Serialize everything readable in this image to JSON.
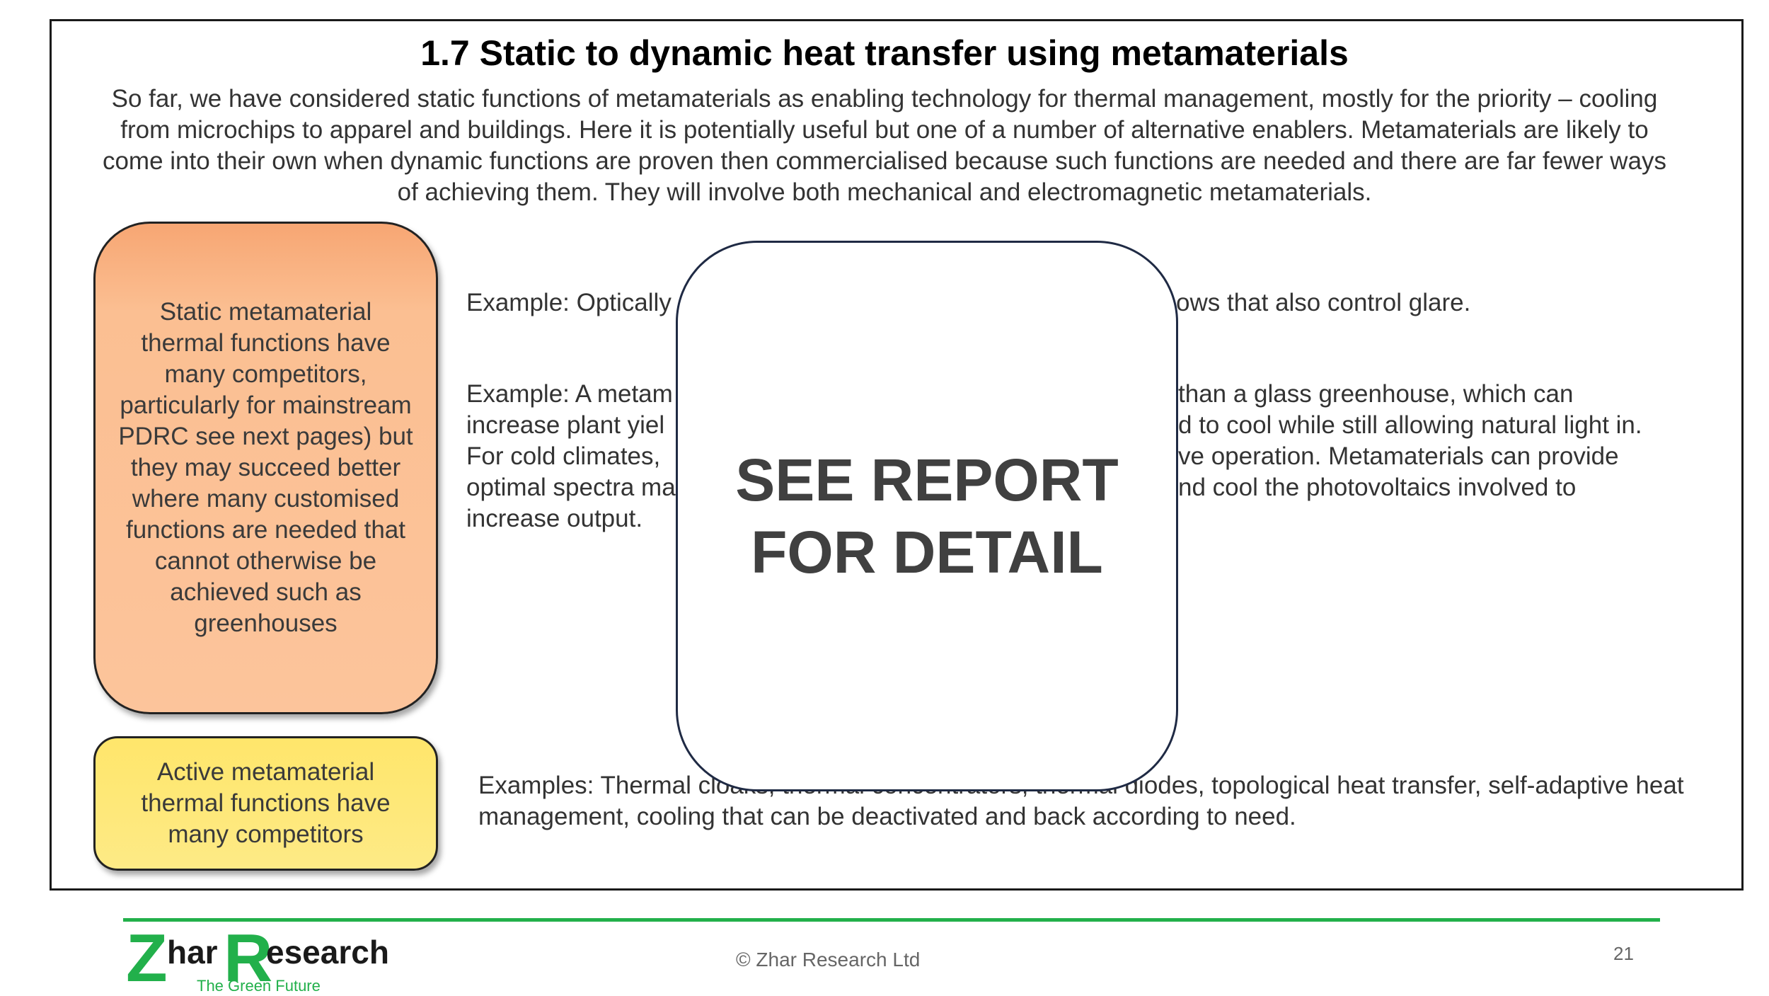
{
  "slide": {
    "title": "1.7 Static to dynamic heat transfer using metamaterials",
    "intro": "So far, we have considered static functions of metamaterials as enabling technology for thermal management, mostly for the priority – cooling from microchips to apparel and buildings. Here it is potentially useful but one of a number of alternative enablers. Metamaterials are likely to come into their own when dynamic functions are proven then commercialised because such functions are needed and there are far fewer ways of achieving them. They will involve both mechanical and electromagnetic metamaterials."
  },
  "left_boxes": {
    "static": "Static metamaterial thermal functions have many competitors, particularly for mainstream PDRC see next pages) but they may succeed better where many customised functions are needed that cannot otherwise be achieved such as greenhouses",
    "active": "Active  metamaterial thermal functions have many competitors"
  },
  "examples": {
    "example1_left": "Example: Optically",
    "example1_right": "ows that also control glare.",
    "example2_left_lines": [
      "Example: A metam",
      "increase plant yiel",
      "For cold climates,",
      "optimal spectra ma",
      "increase output."
    ],
    "example2_right_lines": [
      "than a glass greenhouse, which can",
      "d to cool while still allowing natural light in.",
      "ve operation. Metamaterials can provide",
      "nd cool the photovoltaics involved to"
    ],
    "example3": "Examples: Thermal cloaks, thermal concentrators, thermal diodes, topological heat transfer, self-adaptive heat management, cooling that can be deactivated and back according to need."
  },
  "overlay": {
    "line1": "SEE REPORT",
    "line2": "FOR DETAIL"
  },
  "footer": {
    "logo_z": "Z",
    "logo_har": "har",
    "logo_r": "R",
    "logo_esearch": "esearch",
    "logo_tagline": "The Green Future",
    "copyright": "© Zhar Research Ltd",
    "page_number": "21"
  },
  "colors": {
    "brand_green": "#22b04b",
    "static_box": "#fcc49b",
    "active_box": "#fde77a"
  }
}
